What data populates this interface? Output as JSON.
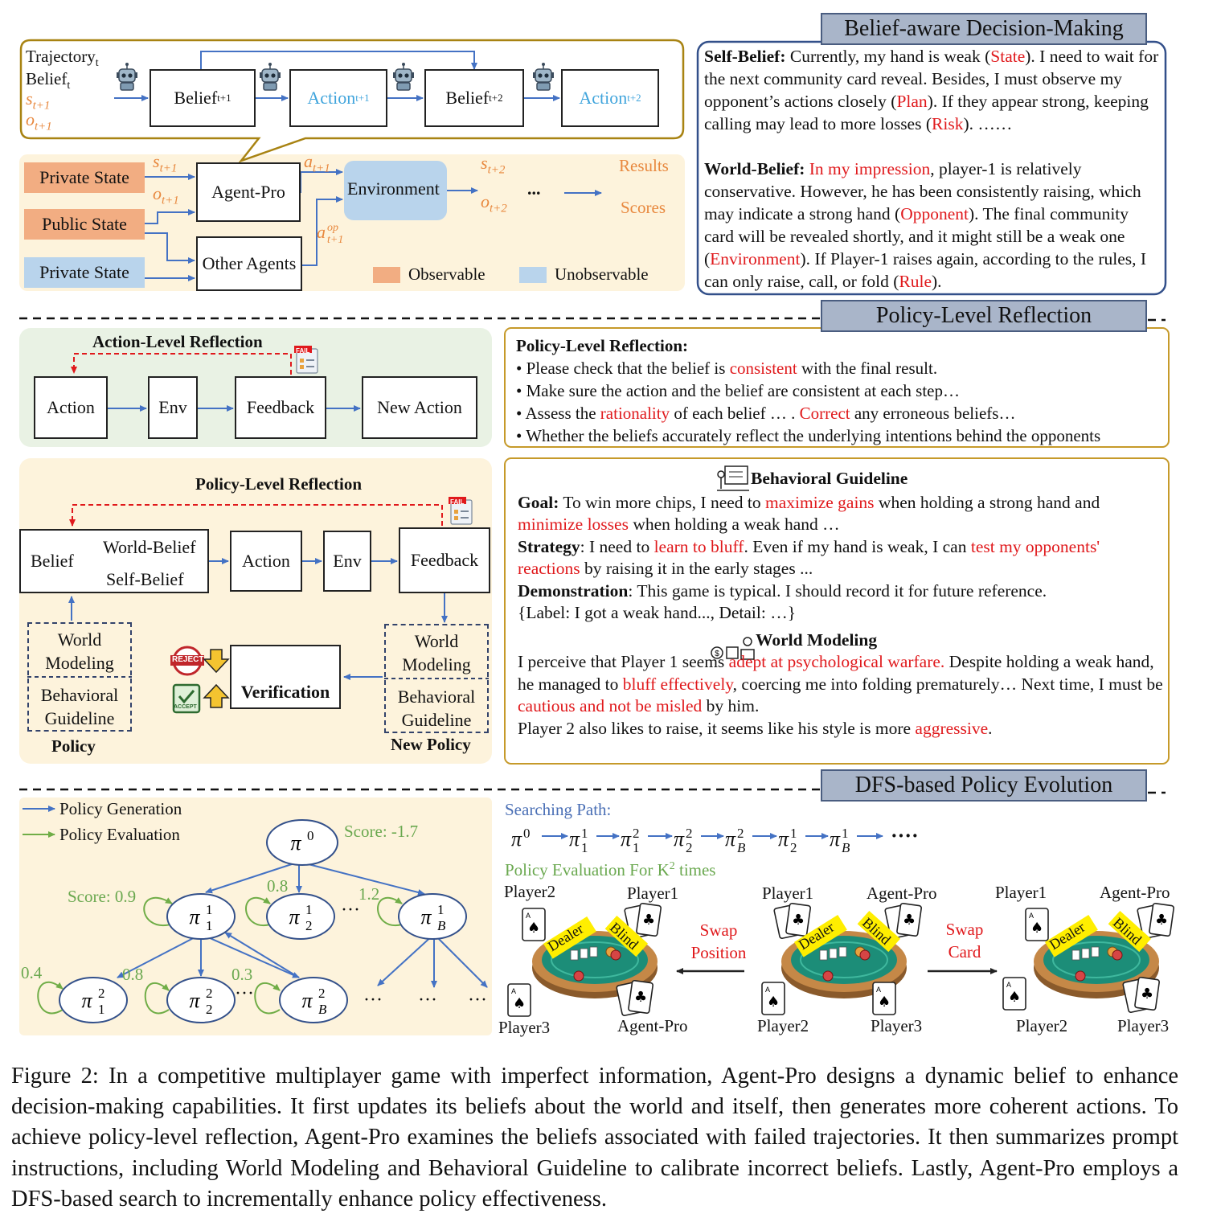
{
  "headers": {
    "belief": "Belief-aware Decision-Making",
    "policy": "Policy-Level Reflection",
    "dfs": "DFS-based Policy Evolution"
  },
  "top": {
    "trajectory": "Trajectory",
    "trajectory_sub": "t",
    "belief": "Belief",
    "belief_sub": "t",
    "s_t1": "s",
    "s_t1_sub": "t+1",
    "o_t1": "o",
    "o_t1_sub": "t+1",
    "chain": [
      {
        "label": "Belief",
        "sub": "t+1",
        "kind": "belief"
      },
      {
        "label": "Action",
        "sub": "t+1",
        "kind": "action"
      },
      {
        "label": "Belief",
        "sub": "t+2",
        "kind": "belief"
      },
      {
        "label": "Action",
        "sub": "t+2",
        "kind": "action"
      }
    ],
    "private_state_1": "Private State",
    "public_state": "Public State",
    "private_state_2": "Private State",
    "agent_pro": "Agent-Pro",
    "other_agents": "Other Agents",
    "environment": "Environment",
    "s_out": "s",
    "s_out_sub": "t+1",
    "o_out": "o",
    "o_out_sub": "t+1",
    "a_out": "a",
    "a_out_sub": "t+1",
    "a_op": "a",
    "a_op_sup": "op",
    "a_op_sub": "t+1",
    "s_next": "s",
    "s_next_sub": "t+2",
    "o_next": "o",
    "o_next_sub": "t+2",
    "ellipsis": "...",
    "results": "Results",
    "scores": "Scores",
    "legend_observable": "Observable",
    "legend_unobservable": "Unobservable"
  },
  "belief_text": {
    "self_label": "Self-Belief:",
    "self_segments": [
      {
        "t": " Currently, my hand is weak (",
        "c": ""
      },
      {
        "t": "State",
        "c": "red"
      },
      {
        "t": "). I need to wait for the next community card reveal. Besides, I must observe my opponent’s actions closely (",
        "c": ""
      },
      {
        "t": "Plan",
        "c": "red"
      },
      {
        "t": "). If they appear strong, keeping calling may lead to more losses  (",
        "c": ""
      },
      {
        "t": "Risk",
        "c": "red"
      },
      {
        "t": "). ……",
        "c": ""
      }
    ],
    "world_label": "World-Belief:",
    "world_segments": [
      {
        "t": " ",
        "c": ""
      },
      {
        "t": "In my impression",
        "c": "red"
      },
      {
        "t": ", player-1 is relatively conservative. However, he has been consistently raising, which may indicate a strong hand (",
        "c": ""
      },
      {
        "t": "Opponent",
        "c": "red"
      },
      {
        "t": "). The final community card will be revealed shortly, and it might still be a weak one (",
        "c": ""
      },
      {
        "t": "Environment",
        "c": "red"
      },
      {
        "t": "). If Player-1 raises again, according to the rules, I can only raise, call, or fold (",
        "c": ""
      },
      {
        "t": "Rule",
        "c": "red"
      },
      {
        "t": ").",
        "c": ""
      }
    ]
  },
  "action_level": {
    "title": "Action-Level Reflection",
    "nodes": [
      "Action",
      "Env",
      "Feedback",
      "New Action"
    ],
    "fail": "FAIL"
  },
  "policy_level": {
    "title": "Policy-Level Reflection",
    "belief": "Belief",
    "world_belief": "World-Belief",
    "self_belief": "Self-Belief",
    "action": "Action",
    "env": "Env",
    "feedback": "Feedback",
    "world_modeling": "World Modeling",
    "behavioral_guideline": "Behavioral Guideline",
    "policy": "Policy",
    "new_policy": "New Policy",
    "verification": "Verification",
    "reject": "REJECT",
    "accept": "ACCEPT",
    "fail": "FAIL"
  },
  "reflection_text": {
    "title": "Policy-Level Reflection:",
    "bullets": [
      [
        {
          "t": "Please check that the belief is ",
          "c": ""
        },
        {
          "t": "consistent",
          "c": "red"
        },
        {
          "t": " with the final result.",
          "c": ""
        }
      ],
      [
        {
          "t": "Make sure the action and the belief are consistent at each step…",
          "c": ""
        }
      ],
      [
        {
          "t": "Assess the ",
          "c": ""
        },
        {
          "t": "rationality",
          "c": "red"
        },
        {
          "t": " of each belief … . ",
          "c": ""
        },
        {
          "t": "Correct",
          "c": "red"
        },
        {
          "t": " any erroneous beliefs…",
          "c": ""
        }
      ],
      [
        {
          "t": "Whether the beliefs accurately reflect the underlying intentions behind the opponents",
          "c": ""
        }
      ]
    ]
  },
  "guideline_text": {
    "bg_title": "Behavioral Guideline",
    "goal_label": "Goal:",
    "goal": [
      {
        "t": " To win more chips, I need to ",
        "c": ""
      },
      {
        "t": "maximize gains",
        "c": "red"
      },
      {
        "t": " when holding a strong hand and ",
        "c": ""
      },
      {
        "t": "minimize losses",
        "c": "red"
      },
      {
        "t": " when holding a weak hand …",
        "c": ""
      }
    ],
    "strategy_label": "Strategy",
    "strategy": [
      {
        "t": ": I need to ",
        "c": ""
      },
      {
        "t": "learn to bluff",
        "c": "red"
      },
      {
        "t": ". Even if my hand is weak, I can ",
        "c": ""
      },
      {
        "t": "test my opponents' reactions",
        "c": "red"
      },
      {
        "t": " by raising it in the early stages ...",
        "c": ""
      }
    ],
    "demo_label": "Demonstration",
    "demo": ":  This game is typical. I should record it for future reference.",
    "demo2": "{Label: I got a weak hand...,  Detail: …}",
    "wm_title": "World Modeling",
    "wm": [
      {
        "t": "I perceive that Player 1 seems ",
        "c": ""
      },
      {
        "t": "adept at psychological warfare.",
        "c": "red"
      },
      {
        "t": " Despite holding a weak hand, he managed to ",
        "c": ""
      },
      {
        "t": "bluff effectively",
        "c": "red"
      },
      {
        "t": ", coercing me into folding prematurely… Next time, I must be ",
        "c": ""
      },
      {
        "t": "cautious and not be misled",
        "c": "red"
      },
      {
        "t": " by him.",
        "c": ""
      }
    ],
    "wm2": [
      {
        "t": "Player 2 also likes to raise, it seems like his style is more ",
        "c": ""
      },
      {
        "t": "aggressive",
        "c": "red"
      },
      {
        "t": ".",
        "c": ""
      }
    ]
  },
  "tree": {
    "legend_gen": "Policy Generation",
    "legend_eval": "Policy Evaluation",
    "root": "π",
    "root_sup": "0",
    "root_score": "Score: -1.7",
    "score_09": "Score: 0.9",
    "s08": "0.8",
    "s12": "1.2",
    "s04": "0.4",
    "s08b": "0.8",
    "s03": "0.3",
    "l1": [
      {
        "sup": "1",
        "sub": "1"
      },
      {
        "sup": "1",
        "sub": "2"
      },
      {
        "sup": "1",
        "sub": "B"
      }
    ],
    "l2": [
      {
        "sup": "2",
        "sub": "1"
      },
      {
        "sup": "2",
        "sub": "2"
      },
      {
        "sup": "2",
        "sub": "B"
      }
    ],
    "ell": "···",
    "ell_small": "..."
  },
  "search": {
    "title": "Searching Path:",
    "path": [
      {
        "sup": "0",
        "sub": ""
      },
      {
        "sup": "1",
        "sub": "1"
      },
      {
        "sup": "2",
        "sub": "1"
      },
      {
        "sup": "2",
        "sub": "2"
      },
      {
        "sup": "2",
        "sub": "B"
      },
      {
        "sup": "1",
        "sub": "2"
      },
      {
        "sup": "1",
        "sub": "B"
      }
    ],
    "pi": "π",
    "tail": "····",
    "eval_label": "Policy Evaluation For K",
    "eval_sup": "2",
    "eval_tail": " times",
    "swap_position": "Swap Position",
    "swap_card": "Swap Card",
    "table1": {
      "tl": "Player2",
      "tr": "Player1",
      "bl": "Player3",
      "br": "Agent-Pro"
    },
    "table2": {
      "tl": "Player1",
      "tr": "Agent-Pro",
      "bl": "Player2",
      "br": "Player3"
    },
    "table3": {
      "tl": "Player1",
      "tr": "Agent-Pro",
      "bl": "Player2",
      "br": "Player3"
    },
    "dealer": "Dealer",
    "blind": "Blind"
  },
  "caption": "Figure 2: In a competitive multiplayer game with imperfect information, Agent-Pro designs a dynamic belief to enhance decision-making capabilities.  It first updates its beliefs about the world and itself, then generates more coherent actions. To achieve policy-level reflection, Agent-Pro examines the beliefs associated with failed trajectories. It then summarizes prompt instructions, including World Modeling and Behavioral Guideline to calibrate incorrect beliefs. Lastly, Agent-Pro employs a DFS-based search to incrementally enhance policy effectiveness.",
  "colors": {
    "orange_label": "#e8883e",
    "observable": "#f2ad82",
    "unobservable": "#b9d4ec",
    "panel_beige": "#fdf3dc",
    "panel_green": "#e9f2e4",
    "arrow_blue": "#4472c4",
    "eval_green": "#70ad47",
    "red": "#e0191c"
  }
}
